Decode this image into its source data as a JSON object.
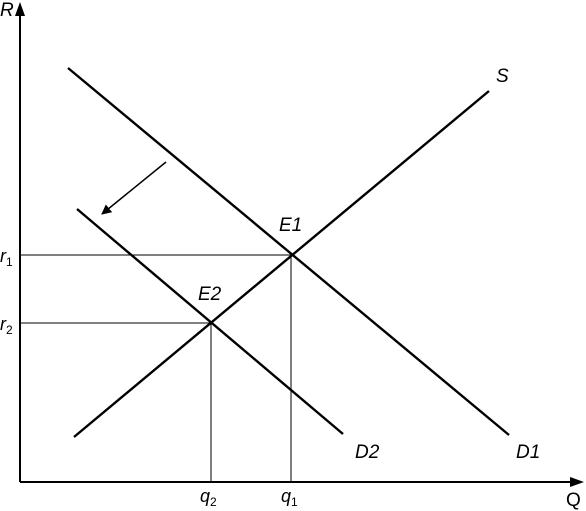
{
  "axes": {
    "y_label": "R",
    "x_label": "Q"
  },
  "curves": {
    "supply_label": "S",
    "demand1_label": "D1",
    "demand2_label": "D2"
  },
  "equilibria": {
    "e1_label": "E1",
    "e2_label": "E2"
  },
  "ticks": {
    "r1": {
      "base": "r",
      "sub": "1"
    },
    "r2": {
      "base": "r",
      "sub": "2"
    },
    "q1": {
      "base": "q",
      "sub": "1"
    },
    "q2": {
      "base": "q",
      "sub": "2"
    }
  },
  "colors": {
    "line": "#000000",
    "background": "#ffffff"
  }
}
